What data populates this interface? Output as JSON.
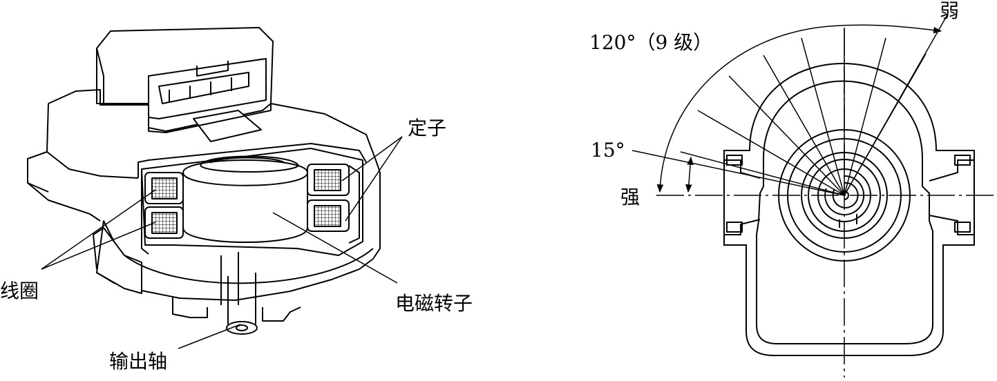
{
  "left_figure": {
    "labels": {
      "stator": "定子",
      "coil": "线圈",
      "electromagnetic_rotor": "电磁转子",
      "output_shaft": "输出轴"
    }
  },
  "right_figure": {
    "labels": {
      "weak": "弱",
      "strong": "强",
      "range_angle": "120°（9 级）",
      "step_angle": "15°"
    }
  },
  "colors": {
    "line": "#000000",
    "background": "#ffffff"
  }
}
